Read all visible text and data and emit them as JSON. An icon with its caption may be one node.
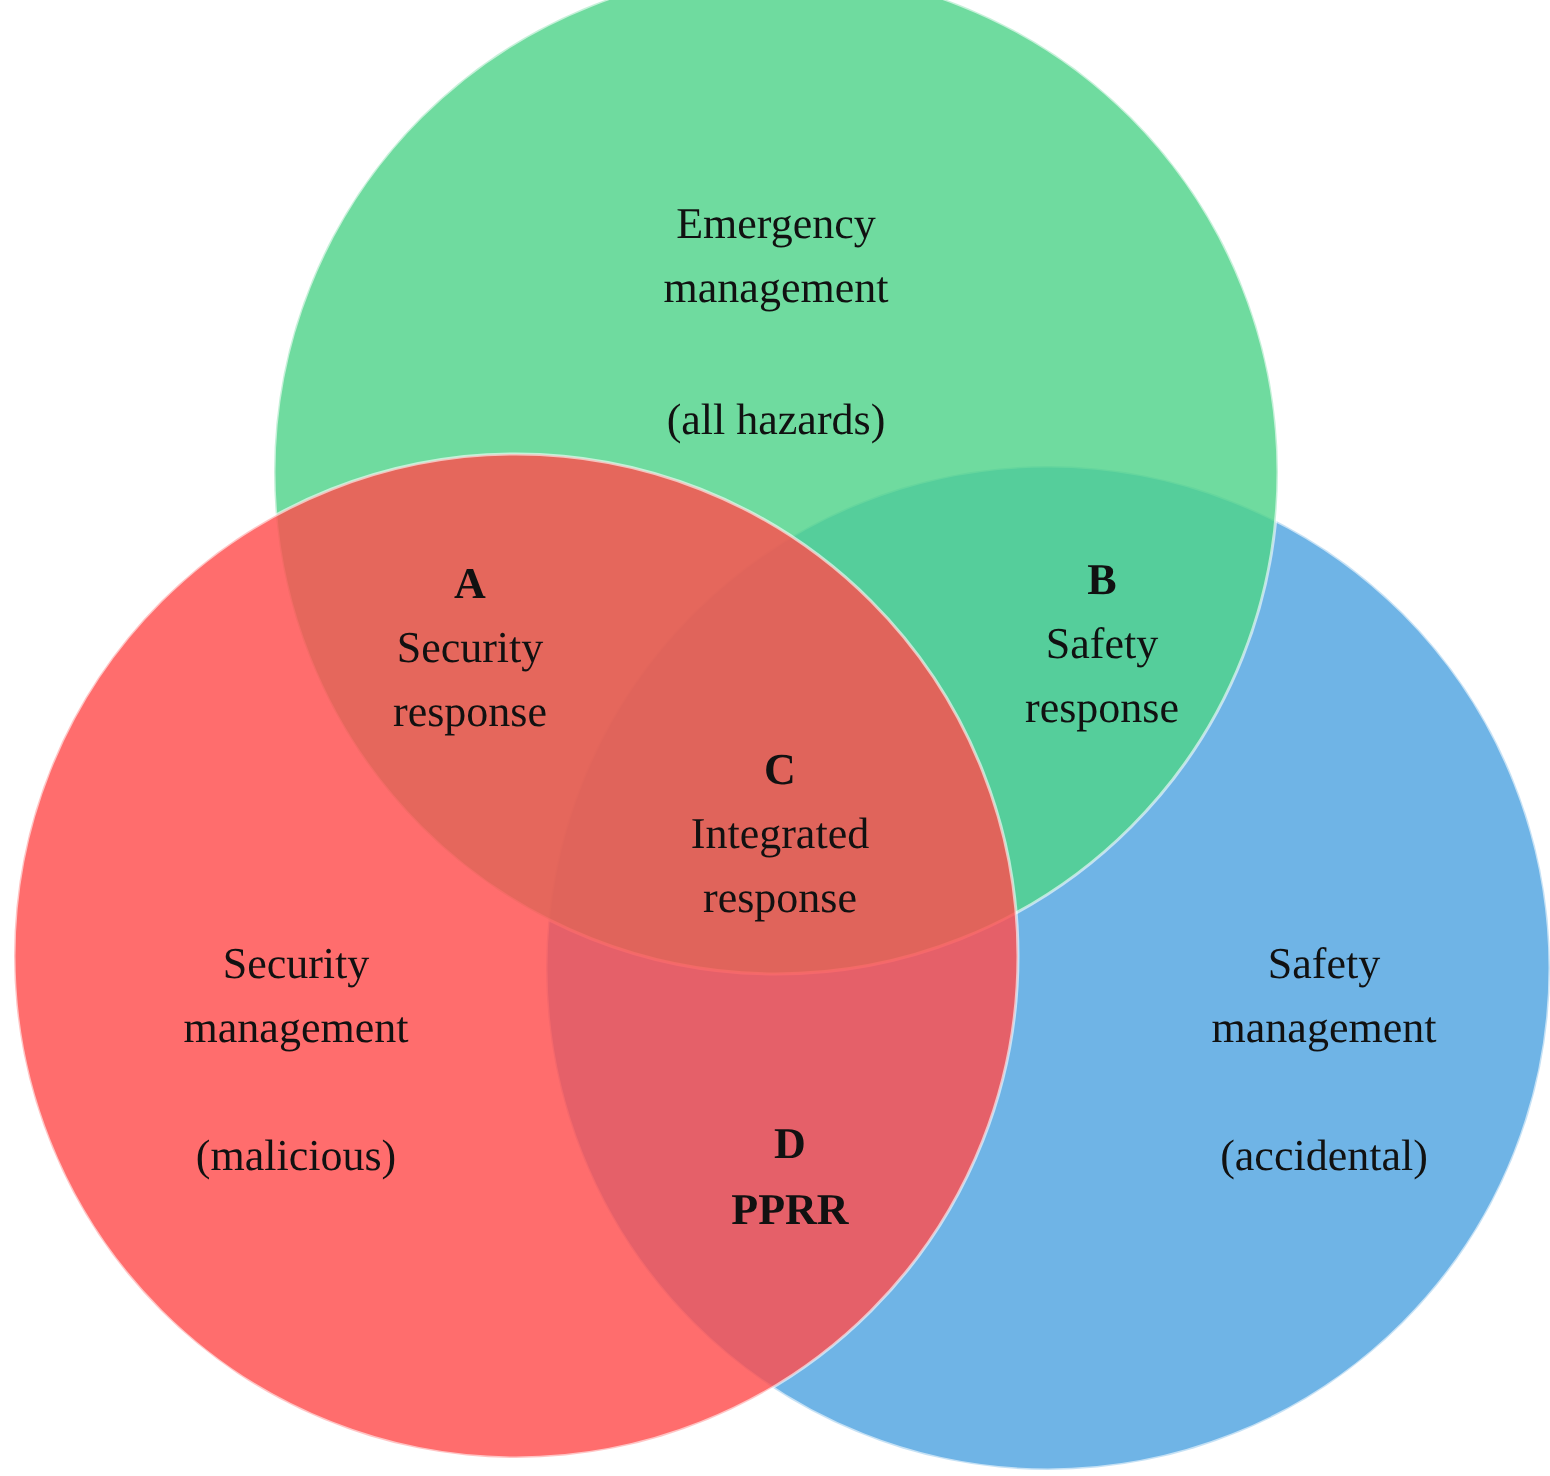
{
  "diagram": {
    "nodes": [
      {
        "text": [
          "Emergency management",
          "(all hazards)"
        ]
      },
      {
        "text": [
          "Security management",
          "(malicious)"
        ]
      },
      {
        "text": [
          "Safety management",
          "(accidental)"
        ]
      }
    ],
    "labels": [
      "A",
      "Security response",
      "B",
      "Safety response",
      "C",
      "Integrated response",
      "D",
      "PPRR"
    ]
  }
}
